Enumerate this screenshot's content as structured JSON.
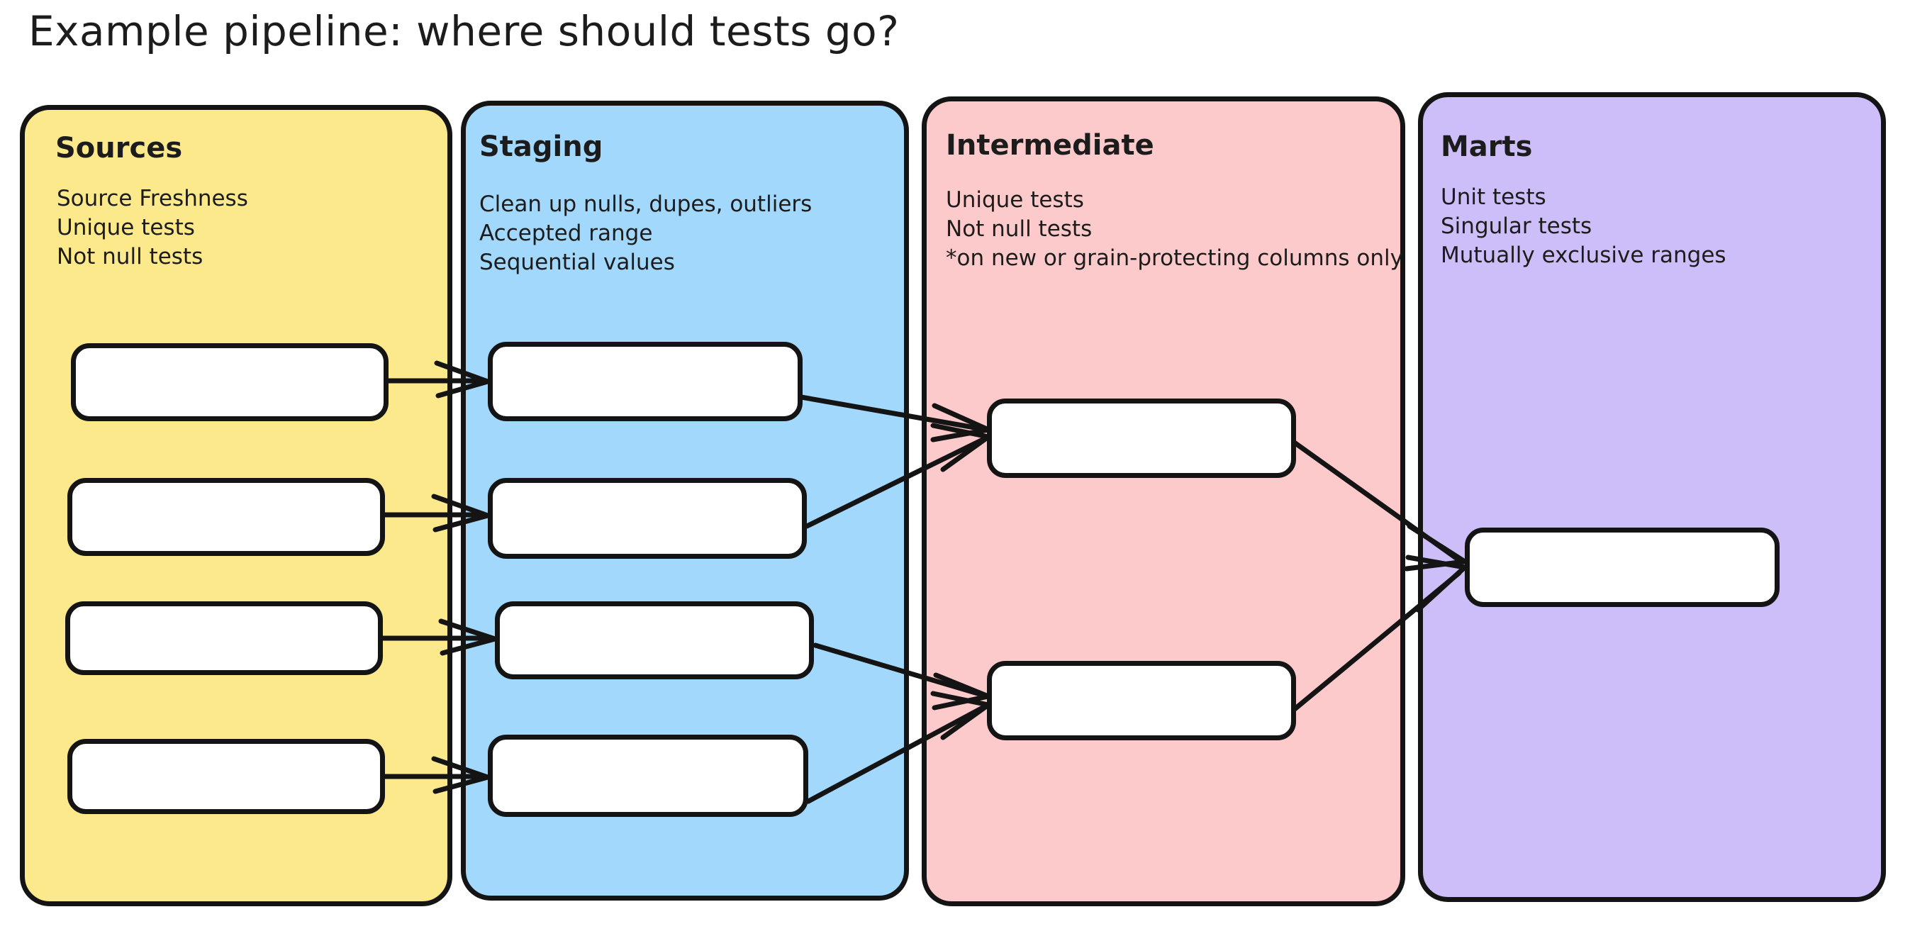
{
  "title": "Example pipeline: where should tests go?",
  "colors": {
    "sources": "#FCE98C",
    "staging": "#A3D8FD",
    "intermediate": "#FDCACB",
    "marts": "#CDBEFA",
    "stroke": "#141414",
    "node_fill": "#FFFFFF",
    "background": "#FFFFFF",
    "text": "#1C1C1C"
  },
  "lanes": [
    {
      "id": "sources",
      "title": "Sources",
      "notes": [
        "Source Freshness",
        "Unique tests",
        "Not null tests"
      ],
      "node_count": 4
    },
    {
      "id": "staging",
      "title": "Staging",
      "notes": [
        "Clean up nulls, dupes, outliers",
        "Accepted range",
        "Sequential values"
      ],
      "node_count": 4
    },
    {
      "id": "intermediate",
      "title": "Intermediate",
      "notes": [
        "Unique tests",
        "Not null tests",
        "*on new or grain-protecting columns only"
      ],
      "node_count": 2
    },
    {
      "id": "marts",
      "title": "Marts",
      "notes": [
        "Unit tests",
        "Singular tests",
        "Mutually exclusive ranges"
      ],
      "node_count": 1
    }
  ],
  "diagram_data": {
    "type": "flow",
    "nodes": [
      {
        "id": "src1",
        "lane": "sources",
        "label": ""
      },
      {
        "id": "src2",
        "lane": "sources",
        "label": ""
      },
      {
        "id": "src3",
        "lane": "sources",
        "label": ""
      },
      {
        "id": "src4",
        "lane": "sources",
        "label": ""
      },
      {
        "id": "stg1",
        "lane": "staging",
        "label": ""
      },
      {
        "id": "stg2",
        "lane": "staging",
        "label": ""
      },
      {
        "id": "stg3",
        "lane": "staging",
        "label": ""
      },
      {
        "id": "stg4",
        "lane": "staging",
        "label": ""
      },
      {
        "id": "int1",
        "lane": "intermediate",
        "label": ""
      },
      {
        "id": "int2",
        "lane": "intermediate",
        "label": ""
      },
      {
        "id": "mart1",
        "lane": "marts",
        "label": ""
      }
    ],
    "edges": [
      {
        "from": "src1",
        "to": "stg1"
      },
      {
        "from": "src2",
        "to": "stg2"
      },
      {
        "from": "src3",
        "to": "stg3"
      },
      {
        "from": "src4",
        "to": "stg4"
      },
      {
        "from": "stg1",
        "to": "int1"
      },
      {
        "from": "stg2",
        "to": "int1"
      },
      {
        "from": "stg3",
        "to": "int2"
      },
      {
        "from": "stg4",
        "to": "int2"
      },
      {
        "from": "int1",
        "to": "mart1"
      },
      {
        "from": "int2",
        "to": "mart1"
      }
    ]
  }
}
